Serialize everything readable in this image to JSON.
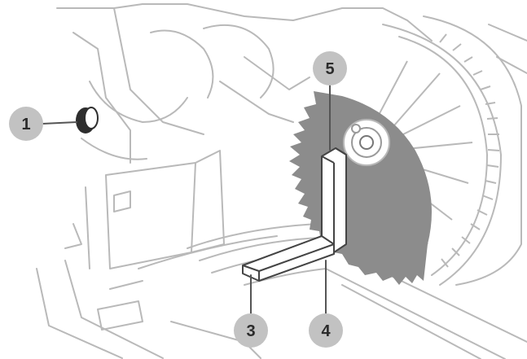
{
  "callouts": [
    {
      "id": "1",
      "label": "1"
    },
    {
      "id": "3",
      "label": "3"
    },
    {
      "id": "4",
      "label": "4"
    },
    {
      "id": "5",
      "label": "5"
    }
  ],
  "colors": {
    "blade_fill": "#8c8c8c",
    "line_light": "#b9b9b9",
    "callout_fill": "#c2c2c2",
    "callout_text": "#2b2b2b"
  }
}
